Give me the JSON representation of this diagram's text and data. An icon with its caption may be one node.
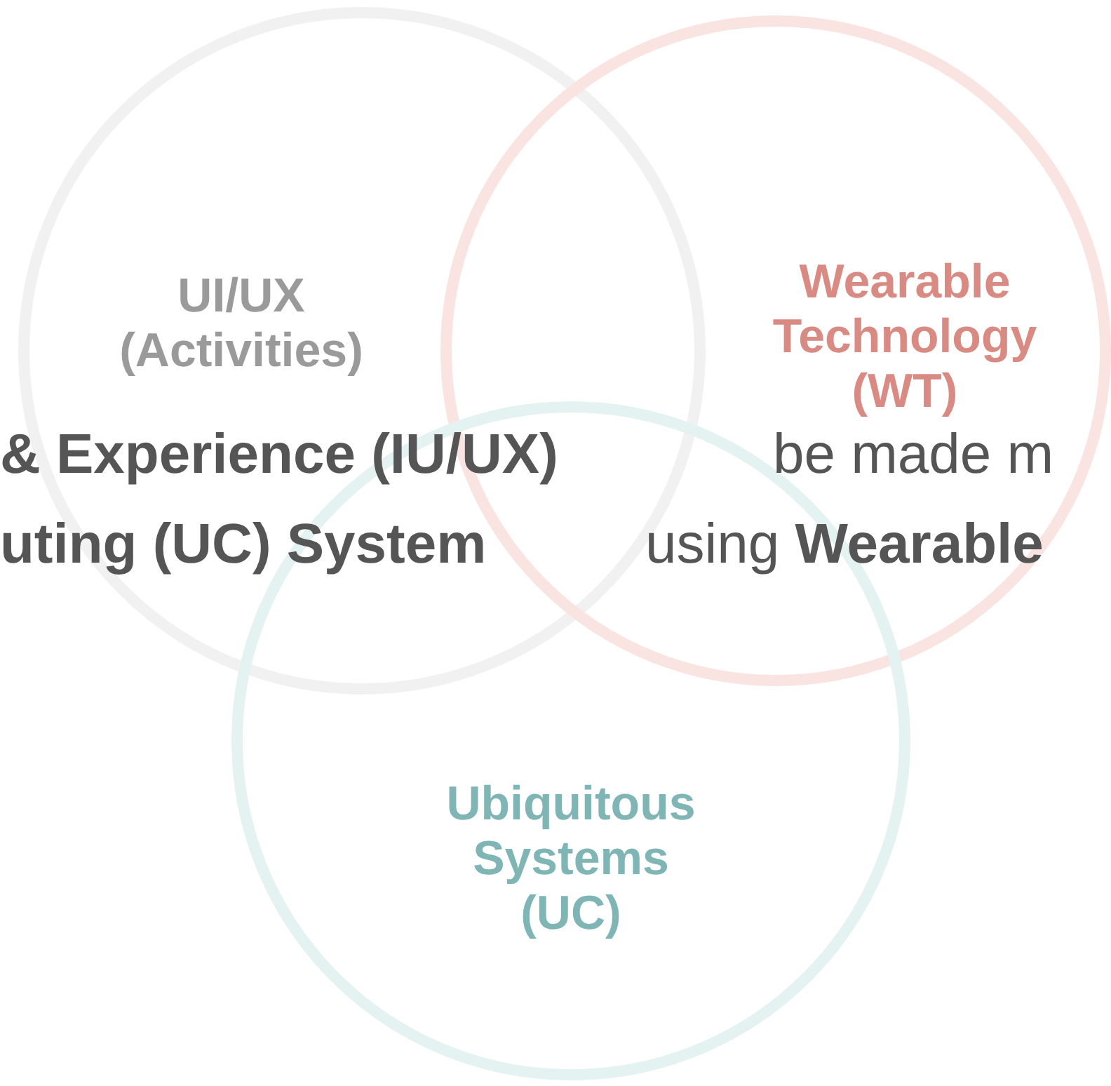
{
  "diagram": {
    "nodes": [
      {
        "text": [
          "UI/UX (Activities)"
        ]
      },
      {
        "text": [
          "Wearable Technology (WT)"
        ]
      },
      {
        "text": [
          "Ubiquitous Systems (UC)"
        ]
      }
    ],
    "labels": [
      "& Experience (IU/UX)",
      "be made m",
      "uting (UC) System",
      "using **Wearable**"
    ]
  }
}
